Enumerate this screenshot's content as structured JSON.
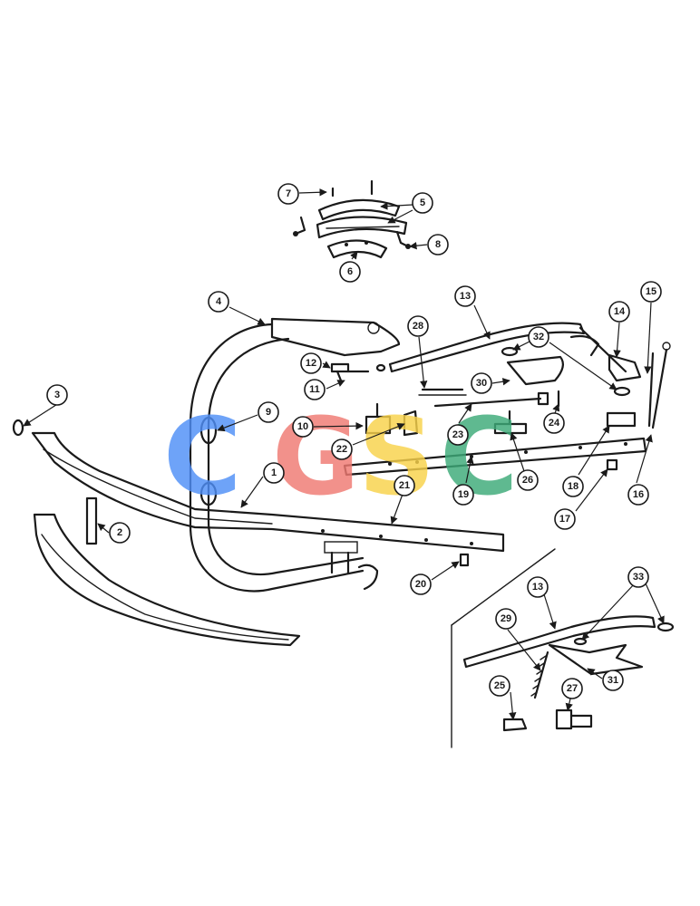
{
  "watermark": {
    "letters": [
      {
        "char": "C",
        "color": "#4f8ff7"
      },
      {
        "char": "G",
        "color": "#f07a72"
      },
      {
        "char": "S",
        "color": "#f8d24a"
      },
      {
        "char": "C",
        "color": "#3daa78"
      }
    ]
  },
  "callouts": [
    "1",
    "2",
    "3",
    "4",
    "5",
    "6",
    "7",
    "8",
    "9",
    "10",
    "11",
    "12",
    "13",
    "14",
    "15",
    "16",
    "17",
    "18",
    "19",
    "20",
    "21",
    "22",
    "23",
    "24",
    "25",
    "26",
    "27",
    "28",
    "29",
    "30",
    "31",
    "32",
    "33",
    "13"
  ]
}
